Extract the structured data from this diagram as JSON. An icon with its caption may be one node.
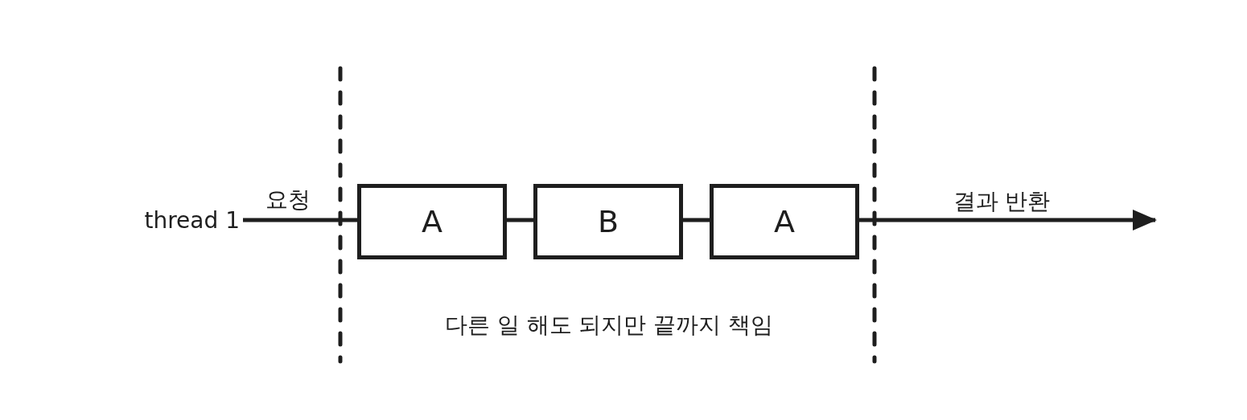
{
  "diagram": {
    "nodes": [
      {
        "text": [
          "thread 1"
        ]
      },
      {
        "text": [
          "A"
        ]
      },
      {
        "text": [
          "B"
        ]
      },
      {
        "text": [
          "A"
        ]
      }
    ],
    "edges": [
      {
        "from": 0,
        "to": 1,
        "arrow": "none",
        "label": "요청"
      },
      {
        "from": 1,
        "to": 2,
        "arrow": "none"
      },
      {
        "from": 2,
        "to": 3,
        "arrow": "none"
      },
      {
        "from": 3,
        "to": null,
        "arrow": "to",
        "label": "결과 반환"
      }
    ],
    "labels": [
      "다른 일 해도 되지만 끝까지 책임"
    ]
  }
}
